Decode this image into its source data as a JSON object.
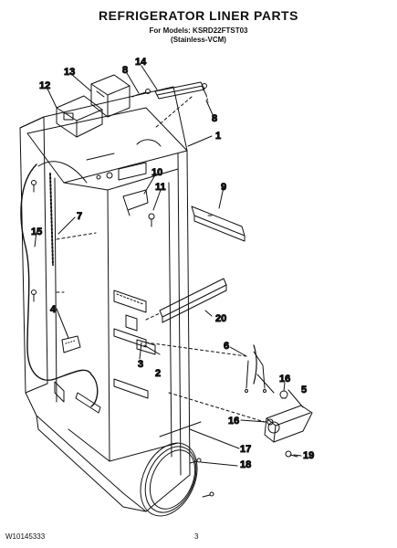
{
  "header": {
    "title": "REFRIGERATOR LINER PARTS",
    "models": "For Models: KSRD22FTST03",
    "finish": "(Stainless-VCM)"
  },
  "footer": {
    "doc_number": "W10145333",
    "page": "3"
  },
  "callouts": [
    {
      "id": "c1",
      "text": "1"
    },
    {
      "id": "c2",
      "text": "2"
    },
    {
      "id": "c3",
      "text": "3"
    },
    {
      "id": "c4",
      "text": "4"
    },
    {
      "id": "c5",
      "text": "5"
    },
    {
      "id": "c6",
      "text": "6"
    },
    {
      "id": "c7",
      "text": "7"
    },
    {
      "id": "c8a",
      "text": "8"
    },
    {
      "id": "c8b",
      "text": "8"
    },
    {
      "id": "c9",
      "text": "9"
    },
    {
      "id": "c10",
      "text": "10"
    },
    {
      "id": "c11",
      "text": "11"
    },
    {
      "id": "c12",
      "text": "12"
    },
    {
      "id": "c13",
      "text": "13"
    },
    {
      "id": "c14",
      "text": "14"
    },
    {
      "id": "c15",
      "text": "15"
    },
    {
      "id": "c16a",
      "text": "16"
    },
    {
      "id": "c16b",
      "text": "16"
    },
    {
      "id": "c17",
      "text": "17"
    },
    {
      "id": "c18",
      "text": "18"
    },
    {
      "id": "c19",
      "text": "19"
    },
    {
      "id": "c20",
      "text": "20"
    }
  ]
}
